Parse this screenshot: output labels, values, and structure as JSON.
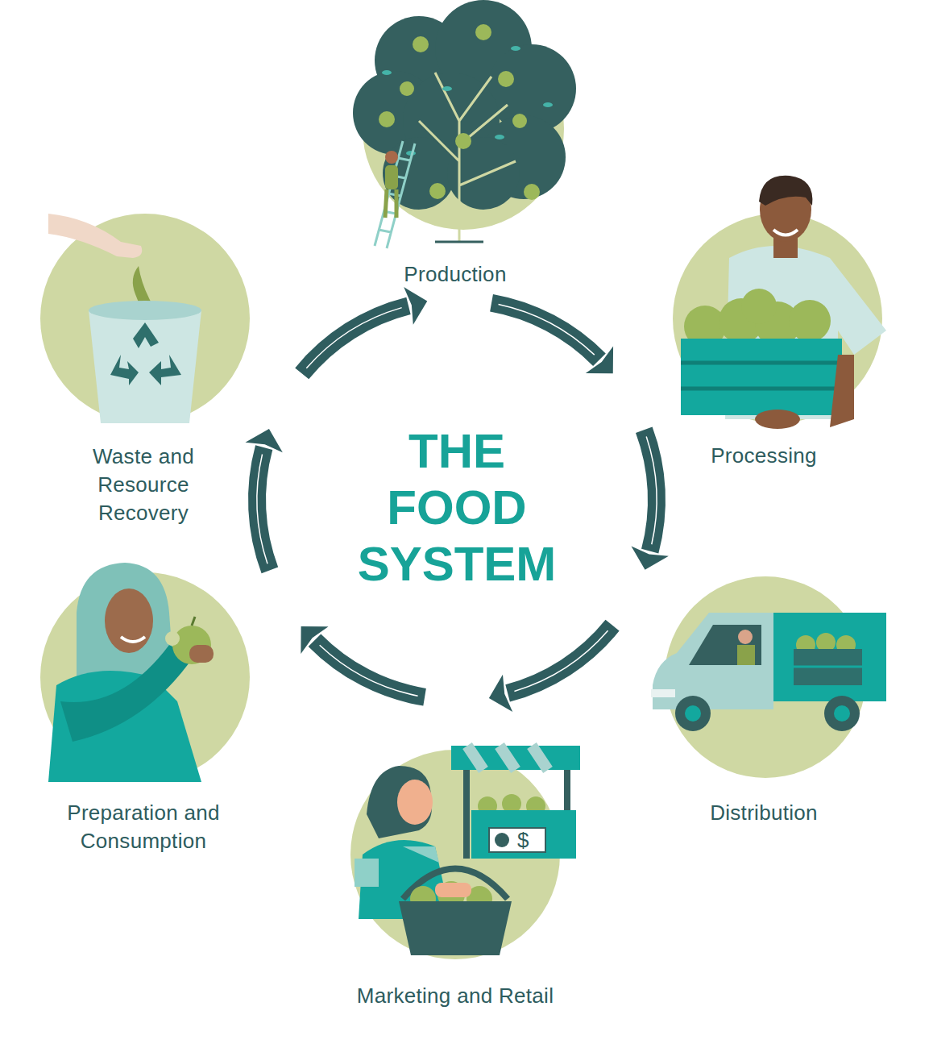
{
  "diagram": {
    "title": "THE FOOD SYSTEM",
    "nodes": [
      {
        "text": [
          "Production"
        ]
      },
      {
        "text": [
          "Processing"
        ]
      },
      {
        "text": [
          "Distribution"
        ]
      },
      {
        "text": [
          "Marketing and Retail"
        ]
      },
      {
        "text": [
          "Preparation and Consumption"
        ]
      },
      {
        "text": [
          "Waste and Resource Recovery"
        ]
      }
    ],
    "edges": [
      {
        "from": 0,
        "to": 1,
        "arrow": "to"
      },
      {
        "from": 1,
        "to": 2,
        "arrow": "to"
      },
      {
        "from": 2,
        "to": 3,
        "arrow": "to"
      },
      {
        "from": 3,
        "to": 4,
        "arrow": "to"
      },
      {
        "from": 4,
        "to": 5,
        "arrow": "to"
      },
      {
        "from": 5,
        "to": 0,
        "arrow": "to"
      }
    ],
    "labels": [
      "$"
    ]
  }
}
